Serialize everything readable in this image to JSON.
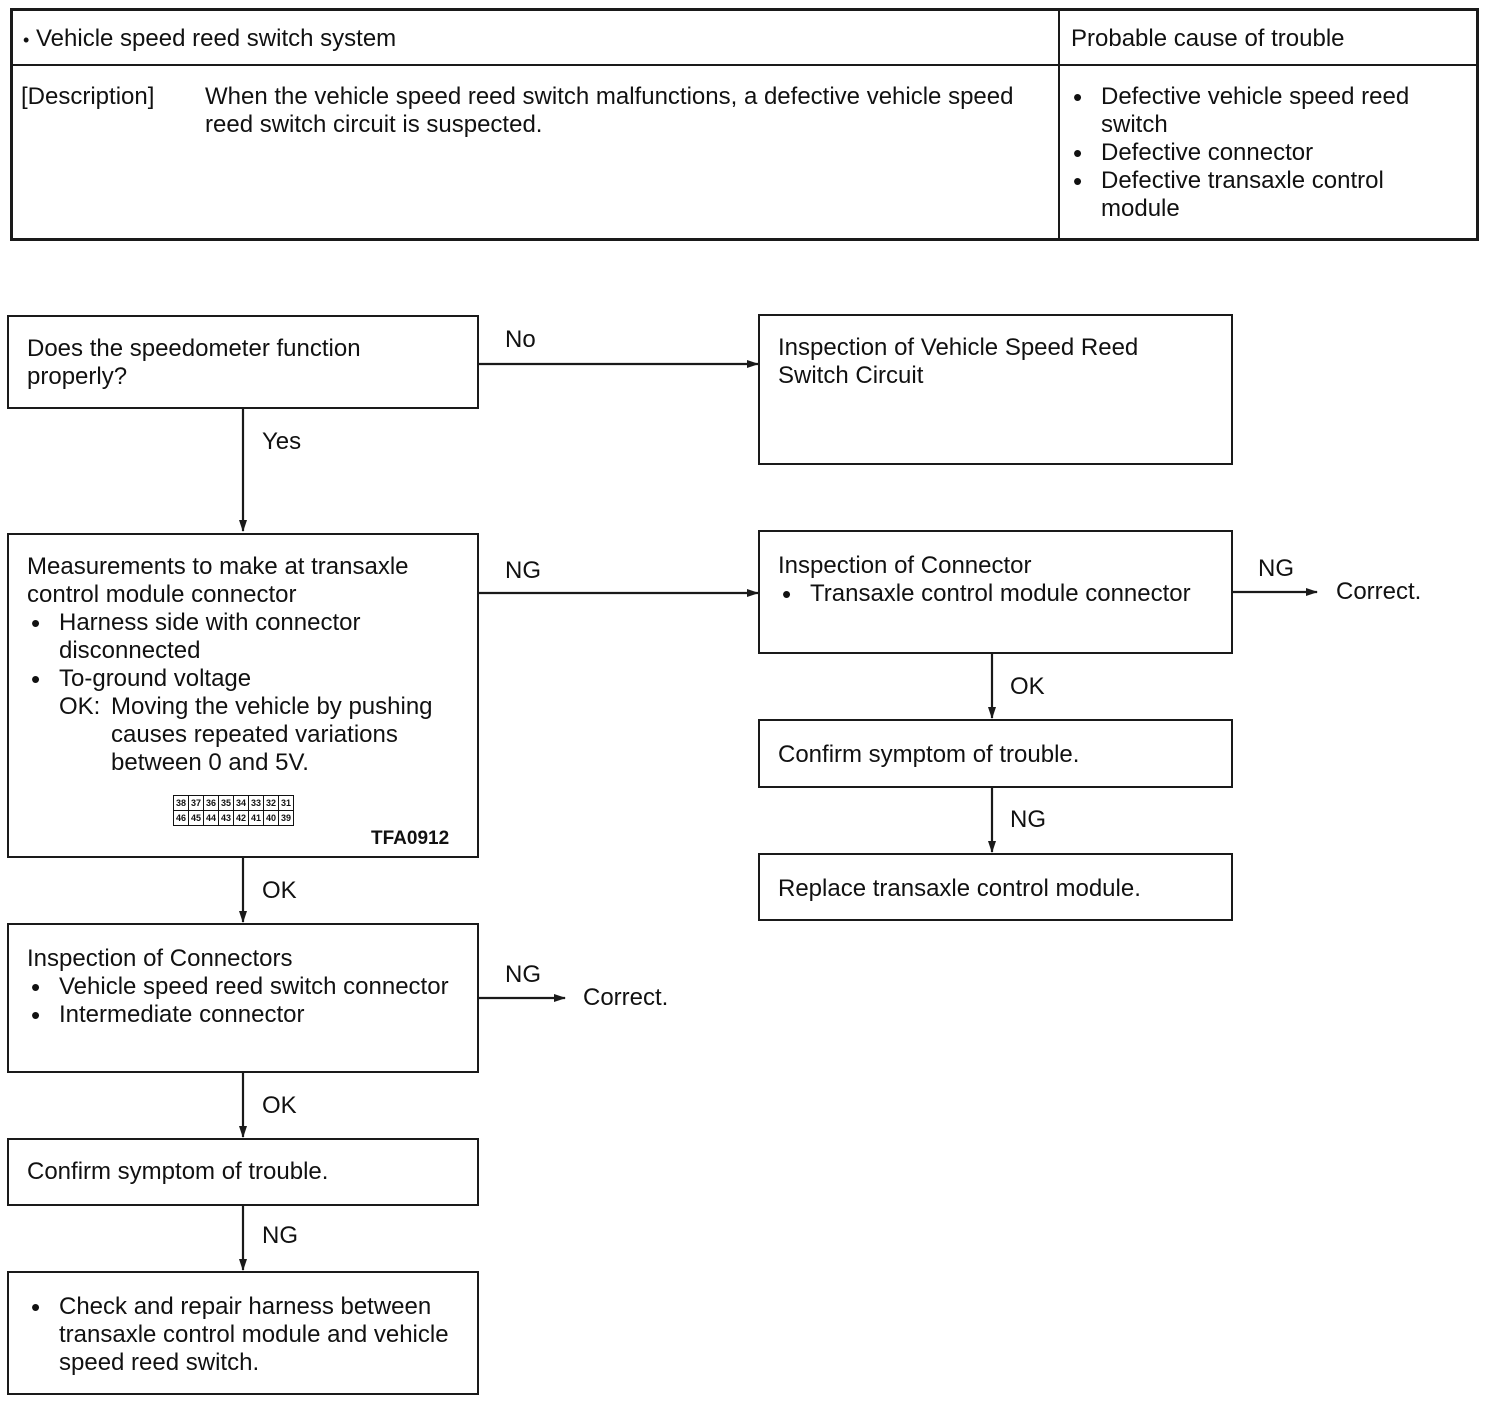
{
  "header": {
    "system_title": "Vehicle speed reed switch system",
    "cause_title": "Probable cause of trouble",
    "description_label": "[Description]",
    "description_text": "When the vehicle speed reed switch malfunctions, a defective vehicle speed reed switch circuit is suspected.",
    "causes": [
      "Defective vehicle speed reed switch",
      "Defective connector",
      "Defective transaxle control module"
    ]
  },
  "flow": {
    "q_speedometer": "Does the speedometer function properly?",
    "inspect_reed_circuit": "Inspection of Vehicle Speed Reed Switch Circuit",
    "measure": {
      "title": "Measurements to make at transaxle control module connector",
      "items": [
        "Harness side with connector disconnected",
        "To-ground voltage"
      ],
      "ok_label": "OK:",
      "ok_text": "Moving the vehicle by pushing causes repeated variations between 0 and 5V.",
      "figure_code": "TFA0912",
      "pins_top": [
        "38",
        "37",
        "36",
        "35",
        "34",
        "33",
        "32",
        "31"
      ],
      "pins_bottom": [
        "46",
        "45",
        "44",
        "43",
        "42",
        "41",
        "40",
        "39"
      ]
    },
    "inspect_connector": {
      "title": "Inspection of Connector",
      "items": [
        "Transaxle control module connector"
      ]
    },
    "confirm_right": "Confirm symptom of trouble.",
    "replace_tcm": "Replace transaxle control module.",
    "inspect_connectors": {
      "title": "Inspection of Connectors",
      "items": [
        "Vehicle speed reed switch connector",
        "Intermediate connector"
      ]
    },
    "confirm_left": "Confirm symptom of trouble.",
    "repair": "Check and repair harness between transaxle control module and vehicle speed reed switch.",
    "correct": "Correct."
  },
  "labels": {
    "no": "No",
    "yes": "Yes",
    "ng": "NG",
    "ok": "OK"
  }
}
